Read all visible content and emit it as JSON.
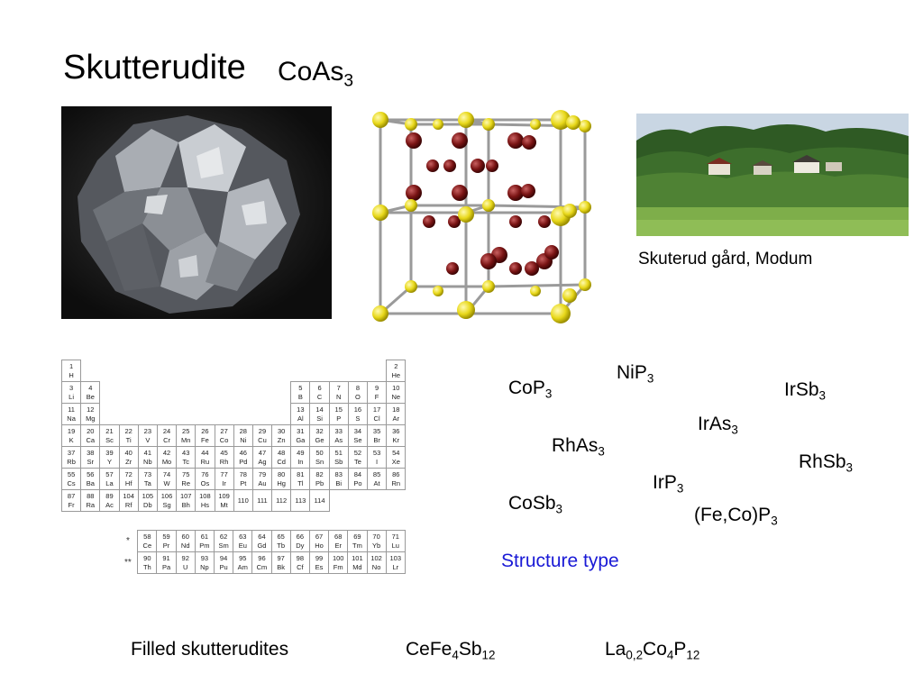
{
  "title": "Skutterudite",
  "formula": {
    "base": "CoAs",
    "sub": "3"
  },
  "caption": "Skuterud gård, Modum",
  "compounds": [
    {
      "a": "NiP",
      "s": "3"
    },
    {
      "a": "CoP",
      "s": "3"
    },
    {
      "a": "IrSb",
      "s": "3"
    },
    {
      "a": "IrAs",
      "s": "3"
    },
    {
      "a": "RhAs",
      "s": "3"
    },
    {
      "a": "RhSb",
      "s": "3"
    },
    {
      "a": "IrP",
      "s": "3"
    },
    {
      "a": "CoSb",
      "s": "3"
    },
    {
      "a": "(Fe,Co)P",
      "s": "3"
    }
  ],
  "structure_type": "Structure type",
  "filled_label": "Filled skutterudites",
  "filled1": {
    "a": "CeFe",
    "s1": "4",
    "b": "Sb",
    "s2": "12"
  },
  "filled2": {
    "a": "La",
    "s1": "0,2",
    "b": "Co",
    "s2": "4",
    "c": "P",
    "s3": "12"
  },
  "periodic_table": {
    "rows": [
      [
        [
          "1",
          "H"
        ],
        null,
        null,
        null,
        null,
        null,
        null,
        null,
        null,
        null,
        null,
        null,
        null,
        null,
        null,
        null,
        null,
        [
          "2",
          "He"
        ]
      ],
      [
        [
          "3",
          "Li"
        ],
        [
          "4",
          "Be"
        ],
        null,
        null,
        null,
        null,
        null,
        null,
        null,
        null,
        null,
        null,
        [
          "5",
          "B"
        ],
        [
          "6",
          "C"
        ],
        [
          "7",
          "N"
        ],
        [
          "8",
          "O"
        ],
        [
          "9",
          "F"
        ],
        [
          "10",
          "Ne"
        ]
      ],
      [
        [
          "11",
          "Na"
        ],
        [
          "12",
          "Mg"
        ],
        null,
        null,
        null,
        null,
        null,
        null,
        null,
        null,
        null,
        null,
        [
          "13",
          "Al"
        ],
        [
          "14",
          "Si"
        ],
        [
          "15",
          "P"
        ],
        [
          "16",
          "S"
        ],
        [
          "17",
          "Cl"
        ],
        [
          "18",
          "Ar"
        ]
      ],
      [
        [
          "19",
          "K"
        ],
        [
          "20",
          "Ca"
        ],
        [
          "21",
          "Sc"
        ],
        [
          "22",
          "Ti"
        ],
        [
          "23",
          "V"
        ],
        [
          "24",
          "Cr"
        ],
        [
          "25",
          "Mn"
        ],
        [
          "26",
          "Fe"
        ],
        [
          "27",
          "Co"
        ],
        [
          "28",
          "Ni"
        ],
        [
          "29",
          "Cu"
        ],
        [
          "30",
          "Zn"
        ],
        [
          "31",
          "Ga"
        ],
        [
          "32",
          "Ge"
        ],
        [
          "33",
          "As"
        ],
        [
          "34",
          "Se"
        ],
        [
          "35",
          "Br"
        ],
        [
          "36",
          "Kr"
        ]
      ],
      [
        [
          "37",
          "Rb"
        ],
        [
          "38",
          "Sr"
        ],
        [
          "39",
          "Y"
        ],
        [
          "40",
          "Zr"
        ],
        [
          "41",
          "Nb"
        ],
        [
          "42",
          "Mo"
        ],
        [
          "43",
          "Tc"
        ],
        [
          "44",
          "Ru"
        ],
        [
          "45",
          "Rh"
        ],
        [
          "46",
          "Pd"
        ],
        [
          "47",
          "Ag"
        ],
        [
          "48",
          "Cd"
        ],
        [
          "49",
          "In"
        ],
        [
          "50",
          "Sn"
        ],
        [
          "51",
          "Sb"
        ],
        [
          "52",
          "Te"
        ],
        [
          "53",
          "I"
        ],
        [
          "54",
          "Xe"
        ]
      ],
      [
        [
          "55",
          "Cs"
        ],
        [
          "56",
          "Ba"
        ],
        [
          "57",
          "La"
        ],
        [
          "72",
          "Hf"
        ],
        [
          "73",
          "Ta"
        ],
        [
          "74",
          "W"
        ],
        [
          "75",
          "Re"
        ],
        [
          "76",
          "Os"
        ],
        [
          "77",
          "Ir"
        ],
        [
          "78",
          "Pt"
        ],
        [
          "79",
          "Au"
        ],
        [
          "80",
          "Hg"
        ],
        [
          "81",
          "Tl"
        ],
        [
          "82",
          "Pb"
        ],
        [
          "83",
          "Bi"
        ],
        [
          "84",
          "Po"
        ],
        [
          "85",
          "At"
        ],
        [
          "86",
          "Rn"
        ]
      ],
      [
        [
          "87",
          "Fr"
        ],
        [
          "88",
          "Ra"
        ],
        [
          "89",
          "Ac"
        ],
        [
          "104",
          "Rf"
        ],
        [
          "105",
          "Db"
        ],
        [
          "106",
          "Sg"
        ],
        [
          "107",
          "Bh"
        ],
        [
          "108",
          "Hs"
        ],
        [
          "109",
          "Mt"
        ],
        [
          "110",
          ""
        ],
        [
          "111",
          ""
        ],
        [
          "112",
          ""
        ],
        [
          "113",
          ""
        ],
        [
          "114",
          ""
        ],
        null,
        null,
        null,
        null
      ]
    ],
    "markers": [
      "*",
      "**"
    ],
    "f_rows": [
      [
        [
          "58",
          "Ce"
        ],
        [
          "59",
          "Pr"
        ],
        [
          "60",
          "Nd"
        ],
        [
          "61",
          "Pm"
        ],
        [
          "62",
          "Sm"
        ],
        [
          "63",
          "Eu"
        ],
        [
          "64",
          "Gd"
        ],
        [
          "65",
          "Tb"
        ],
        [
          "66",
          "Dy"
        ],
        [
          "67",
          "Ho"
        ],
        [
          "68",
          "Er"
        ],
        [
          "69",
          "Tm"
        ],
        [
          "70",
          "Yb"
        ],
        [
          "71",
          "Lu"
        ]
      ],
      [
        [
          "90",
          "Th"
        ],
        [
          "91",
          "Pa"
        ],
        [
          "92",
          "U"
        ],
        [
          "93",
          "Np"
        ],
        [
          "94",
          "Pu"
        ],
        [
          "95",
          "Am"
        ],
        [
          "96",
          "Cm"
        ],
        [
          "97",
          "Bk"
        ],
        [
          "98",
          "Cf"
        ],
        [
          "99",
          "Es"
        ],
        [
          "100",
          "Fm"
        ],
        [
          "101",
          "Md"
        ],
        [
          "102",
          "No"
        ],
        [
          "103",
          "Lr"
        ]
      ]
    ]
  }
}
